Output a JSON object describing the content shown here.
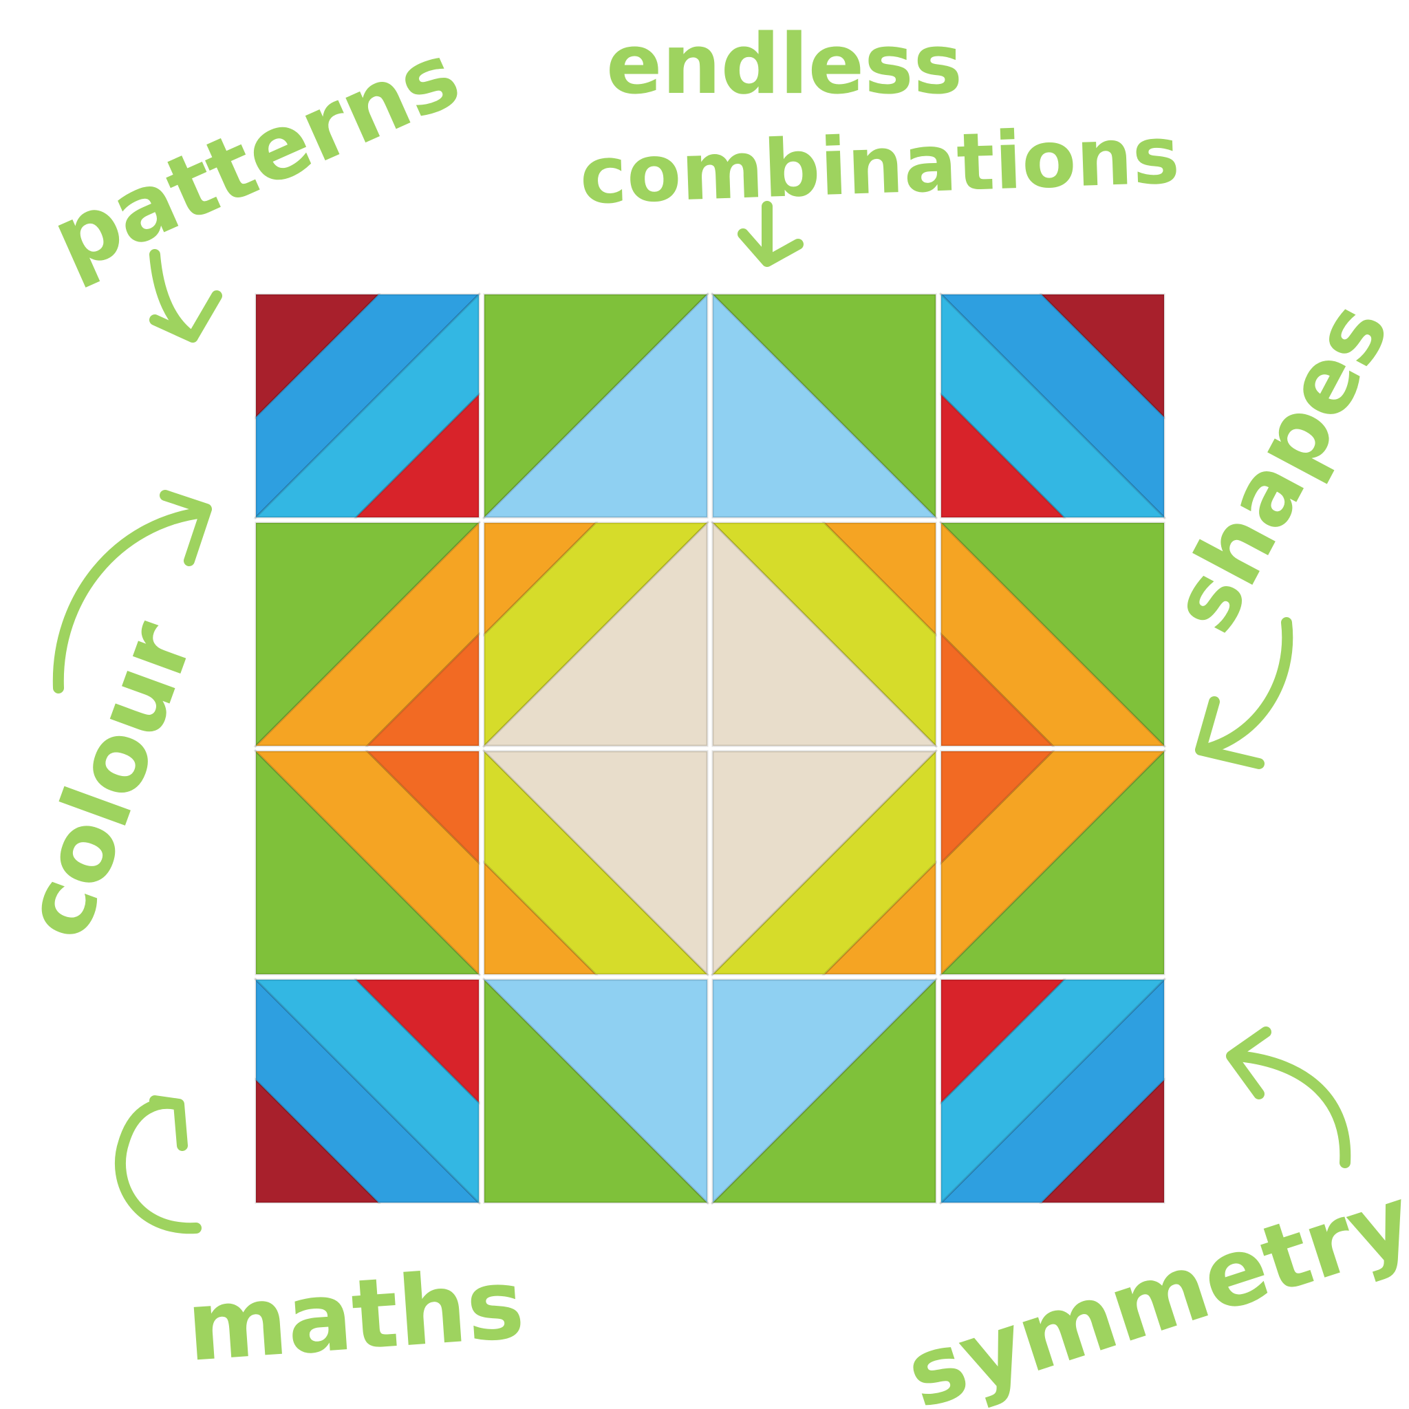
{
  "labels": {
    "patterns": "patterns",
    "endless": "endless",
    "combinations": "combinations",
    "shapes": "shapes",
    "colour": "colour",
    "maths": "maths",
    "symmetry": "symmetry"
  },
  "colors": {
    "annotation": "#9ed35f",
    "red": "#d8232a",
    "dark_red": "#a8202c",
    "blue": "#2e9fe0",
    "cyan": "#33b7e3",
    "light_blue": "#8fd0f2",
    "green": "#7fc13a",
    "orange": "#f5a423",
    "orange_red": "#f26a23",
    "yellow": "#d6dc2a",
    "natural": "#e8ddcb"
  }
}
